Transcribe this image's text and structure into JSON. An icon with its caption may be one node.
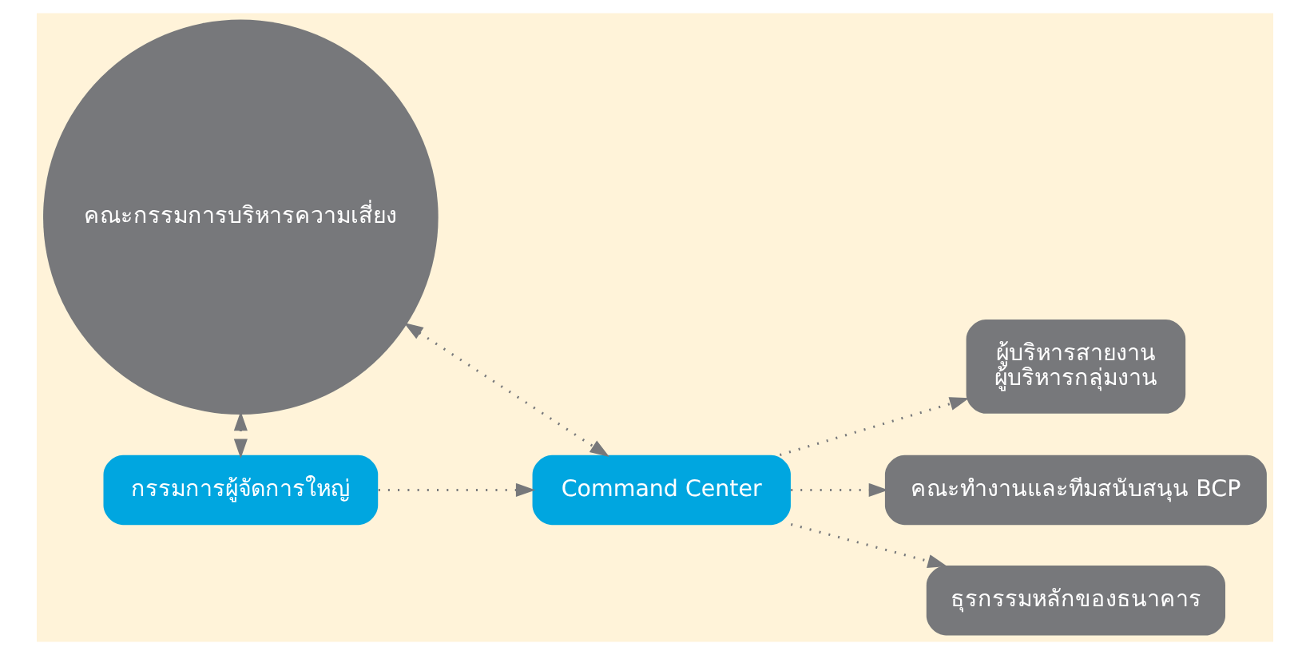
{
  "diagram": {
    "nodes": [
      {
        "text": [
          "คณะกรรมการบริหารความเสี่ยง"
        ]
      },
      {
        "text": [
          "กรรมการผู้จัดการใหญ่"
        ]
      },
      {
        "text": [
          "Command Center"
        ]
      },
      {
        "text": [
          "ผู้บริหารสายงาน",
          "ผู้บริหารกลุ่มงาน"
        ]
      },
      {
        "text": [
          "คณะทำงานและทีมสนับสนุน BCP"
        ]
      },
      {
        "text": [
          "ธุรกรรมหลักของธนาคาร"
        ]
      }
    ],
    "edges": [
      {
        "from": 0,
        "to": 1,
        "arrow": "both"
      },
      {
        "from": 0,
        "to": 2,
        "arrow": "both"
      },
      {
        "from": 1,
        "to": 2,
        "arrow": "to"
      },
      {
        "from": 2,
        "to": 3,
        "arrow": "to"
      },
      {
        "from": 2,
        "to": 4,
        "arrow": "to"
      },
      {
        "from": 2,
        "to": 5,
        "arrow": "to"
      }
    ]
  }
}
